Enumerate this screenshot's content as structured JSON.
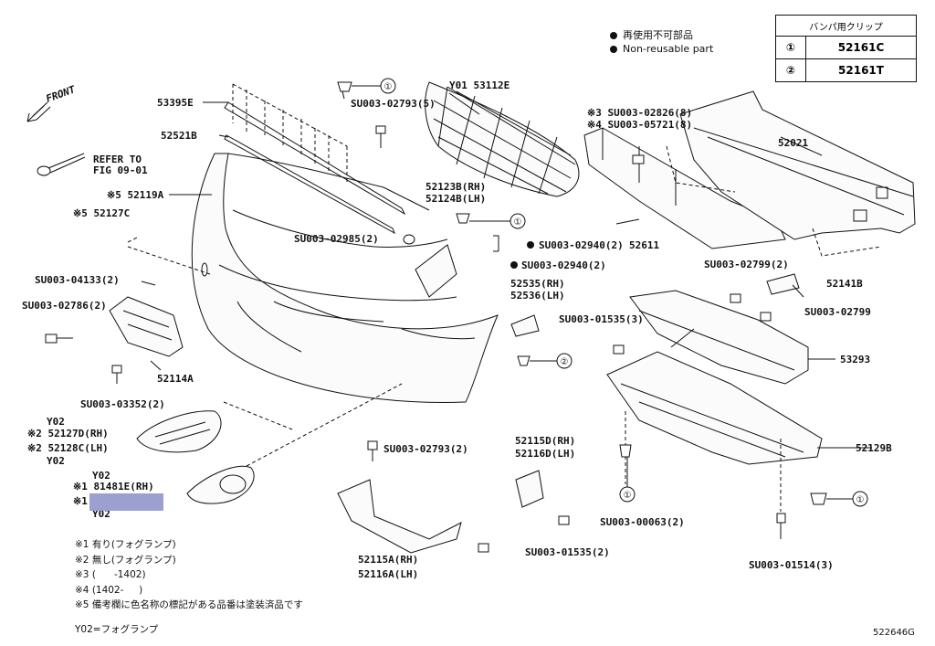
{
  "legend": {
    "nonreusable_jp": "再使用不可部品",
    "nonreusable_en": "Non-reusable part",
    "table_title": "バンパ用クリップ",
    "rows": [
      {
        "mark": "①",
        "part": "52161C"
      },
      {
        "mark": "②",
        "part": "52161T"
      }
    ]
  },
  "front_label": "FRONT",
  "refer": {
    "line1": "REFER TO",
    "line2": "FIG 09-01"
  },
  "labels": {
    "p53395E": "53395E",
    "p52521B": "52521B",
    "p52119A": "※5 52119A",
    "p52127C": "※5 52127C",
    "su04133": "SU003-04133(2)",
    "su02786": "SU003-02786(2)",
    "p52114A": "52114A",
    "su03352": "SU003-03352(2)",
    "su02793a": "SU003-02793(5)",
    "y0153112e": "Y01 53112E",
    "su02985": "SU003-02985(2)",
    "p52123B": "52123B(RH)",
    "p52124B": "52124B(LH)",
    "su02940a": "SU003-02940(2)",
    "su02940b": "SU003-02940(2)",
    "p52535": "52535(RH)",
    "p52536": "52536(LH)",
    "su02826": "※3 SU003-02826(8)",
    "su05721": "※4 SU003-05721(8)",
    "p52021": "52021",
    "p52611": "52611",
    "su02799a": "SU003-02799(2)",
    "p52141B": "52141B",
    "su02799b": "SU003-02799",
    "su01535a": "SU003-01535(3)",
    "p53293": "53293",
    "p52129B": "52129B",
    "su01514": "SU003-01514(3)",
    "y02a": "Y02",
    "p52127D": "※2 52127D(RH)",
    "p52128C": "※2 52128C(LH)",
    "y02b": "Y02",
    "y02c": "Y02",
    "p81481E": "※1 81481E(RH)",
    "p81482": "※1",
    "y02d": "Y02",
    "su02793b": "SU003-02793(2)",
    "p52115D": "52115D(RH)",
    "p52116D": "52116D(LH)",
    "su00063": "SU003-00063(2)",
    "su01535b": "SU003-01535(2)",
    "p52115A": "52115A(RH)",
    "p52116A": "52116A(LH)"
  },
  "callouts": {
    "c1": "①",
    "c2": "②"
  },
  "notes": [
    "※1 有り(フォグランプ)",
    "※2 無し(フォグランプ)",
    "※3 (      -1402)",
    "※4 (1402-     )",
    "※5 備考欄に色名称の標記がある品番は塗装済品です"
  ],
  "y02_note": "Y02=フォグランプ",
  "figure_no": "522646G"
}
